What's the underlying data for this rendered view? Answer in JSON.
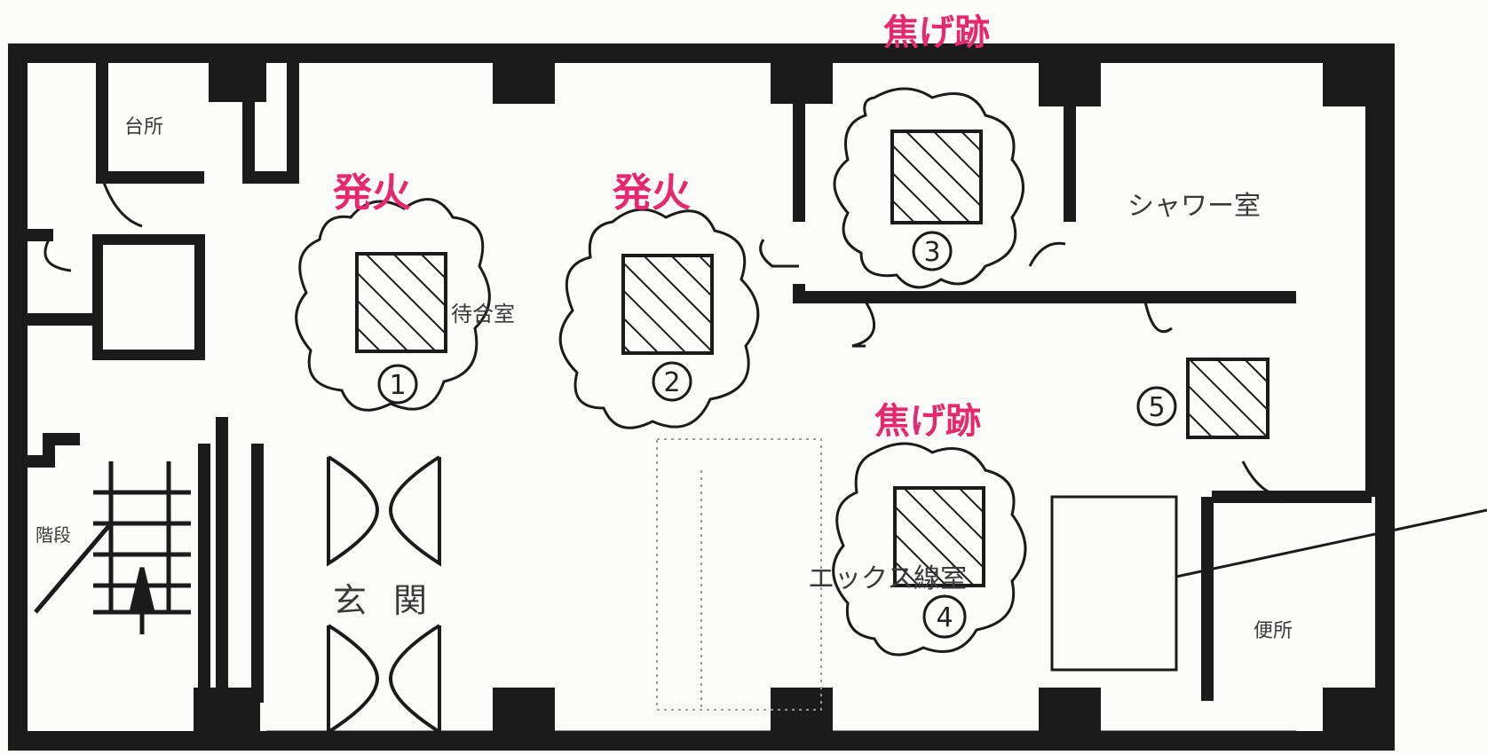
{
  "rooms": {
    "shower": "シャワー室",
    "entrance": "玄関",
    "stairs": "階段",
    "kitchen": "台所",
    "waiting": "待合室",
    "exam_room": "エックス線室",
    "toilet_side": "便所"
  },
  "annotations": {
    "ignition_1": "発火",
    "ignition_2": "発火",
    "scorch_1": "焦げ跡",
    "scorch_2": "焦げ跡"
  },
  "markers": [
    "1",
    "2",
    "3",
    "4",
    "5"
  ],
  "colors": {
    "wall": "#1b1b1b",
    "annotation": "#e6286e",
    "paper": "#fbfbf9"
  }
}
